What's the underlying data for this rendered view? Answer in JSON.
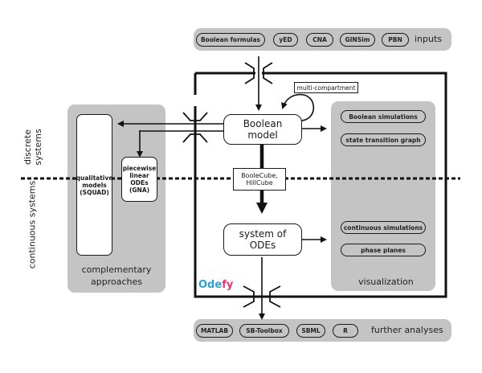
{
  "inputs": {
    "label": "inputs",
    "items": [
      "Boolean formulas",
      "yED",
      "CNA",
      "GINSim",
      "PBN"
    ]
  },
  "outputs": {
    "label": "further analyses",
    "items": [
      "MATLAB",
      "SB-Toolbox",
      "SBML",
      "R"
    ]
  },
  "axis_labels": {
    "discrete": "discrete systems",
    "continuous": "continuous systems"
  },
  "core": {
    "boolean_model": [
      "Boolean",
      "model"
    ],
    "multi_compartment": "multi-compartment",
    "conversion": [
      "BooleCube,",
      "HillCube"
    ],
    "odes": [
      "system of",
      "ODEs"
    ],
    "brand": {
      "part1": "Odefy",
      "text_a": "Ode",
      "text_b": "fy",
      "color_a": "#2a9fd8",
      "color_b": "#e8337a"
    }
  },
  "visualization": {
    "label": "visualization",
    "discrete_items": [
      "Boolean simulations",
      "state transition graph"
    ],
    "continuous_items": [
      "continuous simulations",
      "phase planes"
    ]
  },
  "complementary": {
    "label": [
      "complementary",
      "approaches"
    ],
    "qualitative": [
      "qualitative",
      "models",
      "(SQUAD)"
    ],
    "piecewise": [
      "piecewise",
      "linear",
      "ODEs",
      "(GNA)"
    ]
  },
  "colors": {
    "panel_gray": "#c4c4c4",
    "line": "#111111"
  }
}
